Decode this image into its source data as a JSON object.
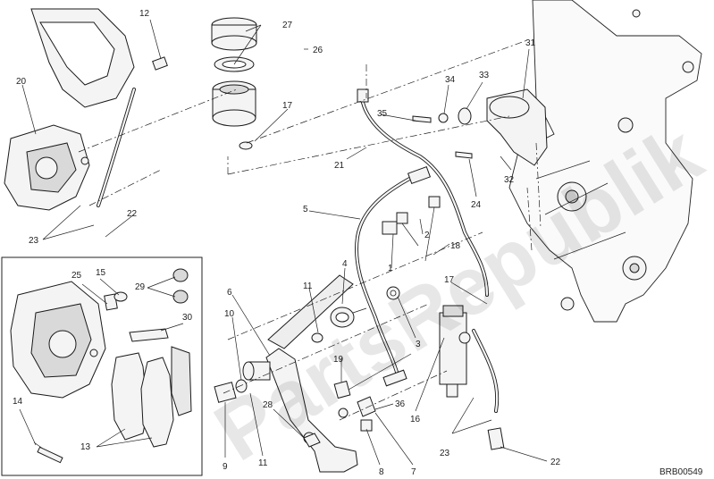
{
  "diagram": {
    "code": "BRB00549",
    "watermark": "PartsRepublik",
    "callouts": {
      "c1": "1",
      "c2": "2",
      "c3": "3",
      "c4": "4",
      "c5": "5",
      "c6": "6",
      "c7": "7",
      "c8": "8",
      "c9": "9",
      "c10": "10",
      "c11a": "11",
      "c11b": "11",
      "c12": "12",
      "c13": "13",
      "c14": "14",
      "c15": "15",
      "c16": "16",
      "c17a": "17",
      "c17b": "17",
      "c18": "18",
      "c19": "19",
      "c20": "20",
      "c21": "21",
      "c22a": "22",
      "c22b": "22",
      "c23a": "23",
      "c23b": "23",
      "c24": "24",
      "c25": "25",
      "c26": "26",
      "c27": "27",
      "c28": "28",
      "c29": "29",
      "c30": "30",
      "c31": "31",
      "c32": "32",
      "c33": "33",
      "c34": "34",
      "c35": "35",
      "c36": "36"
    }
  }
}
